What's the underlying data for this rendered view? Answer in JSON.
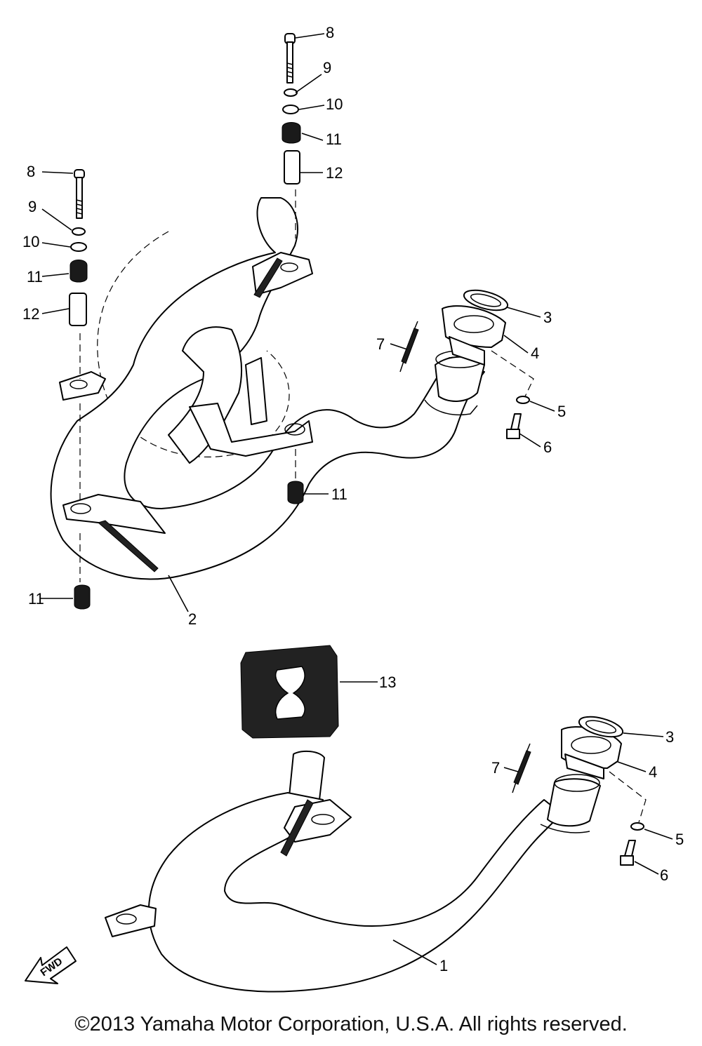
{
  "callouts": {
    "top_right": [
      {
        "id": "8",
        "label": "8"
      },
      {
        "id": "9",
        "label": "9"
      },
      {
        "id": "10",
        "label": "10"
      },
      {
        "id": "11",
        "label": "11"
      },
      {
        "id": "12",
        "label": "12"
      }
    ],
    "top_left": [
      {
        "id": "8",
        "label": "8"
      },
      {
        "id": "9",
        "label": "9"
      },
      {
        "id": "10",
        "label": "10"
      },
      {
        "id": "11",
        "label": "11"
      },
      {
        "id": "12",
        "label": "12"
      }
    ],
    "upper_muffler": [
      {
        "id": "3",
        "label": "3"
      },
      {
        "id": "4",
        "label": "4"
      },
      {
        "id": "7",
        "label": "7"
      },
      {
        "id": "5",
        "label": "5"
      },
      {
        "id": "6",
        "label": "6"
      },
      {
        "id": "11",
        "label": "11"
      },
      {
        "id": "11",
        "label": "11"
      },
      {
        "id": "2",
        "label": "2"
      }
    ],
    "lower_muffler": [
      {
        "id": "13",
        "label": "13"
      },
      {
        "id": "3",
        "label": "3"
      },
      {
        "id": "4",
        "label": "4"
      },
      {
        "id": "7",
        "label": "7"
      },
      {
        "id": "5",
        "label": "5"
      },
      {
        "id": "6",
        "label": "6"
      },
      {
        "id": "1",
        "label": "1"
      }
    ]
  },
  "fwd_label": "FWD",
  "copyright": "©2013 Yamaha Motor Corporation, U.S.A. All rights reserved."
}
